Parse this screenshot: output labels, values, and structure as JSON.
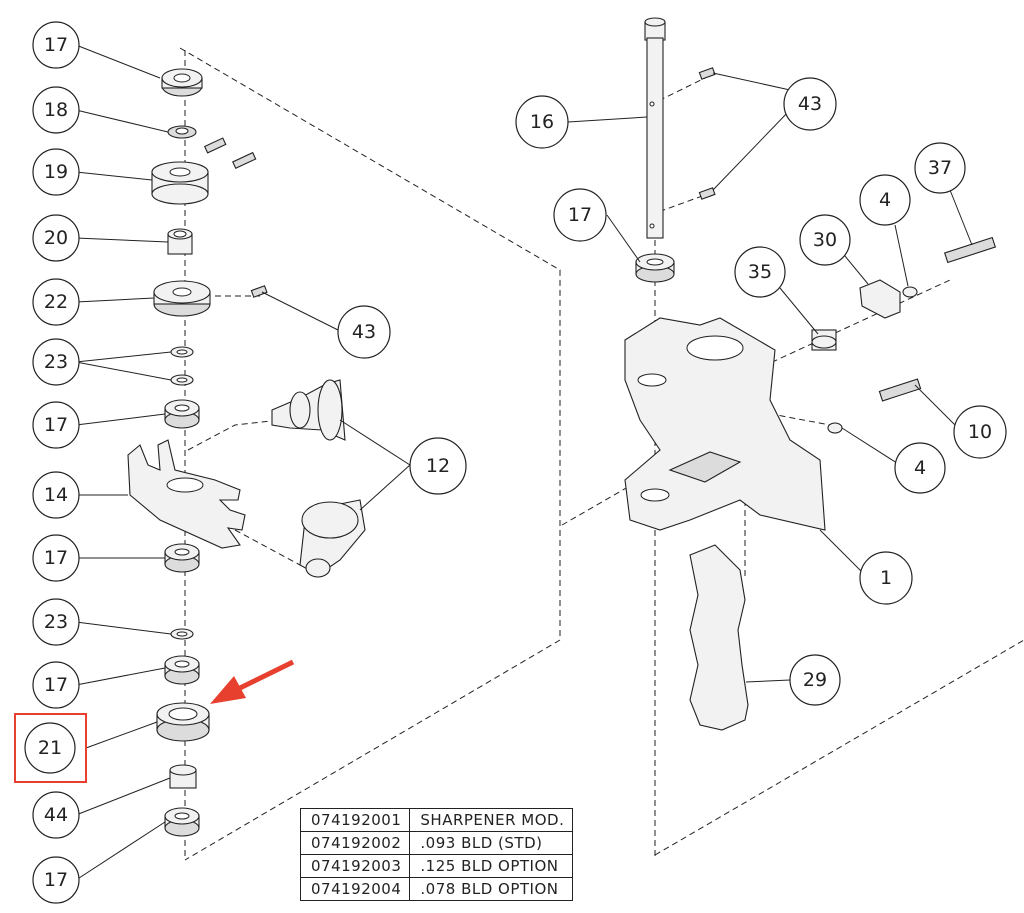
{
  "callouts": {
    "c17a": "17",
    "c18": "18",
    "c19": "19",
    "c20": "20",
    "c22": "22",
    "c43a": "43",
    "c23a": "23",
    "c17b": "17",
    "c12": "12",
    "c14": "14",
    "c17c": "17",
    "c23b": "23",
    "c17d": "17",
    "c21": "21",
    "c44": "44",
    "c17e": "17",
    "c16": "16",
    "c43b": "43",
    "c17f": "17",
    "c37": "37",
    "c30": "30",
    "c4a": "4",
    "c35": "35",
    "c10": "10",
    "c4b": "4",
    "c1": "1",
    "c29": "29"
  },
  "table": {
    "rows": [
      {
        "part": "074192001",
        "desc": "SHARPENER MOD."
      },
      {
        "part": "074192002",
        "desc": ".093 BLD (STD)"
      },
      {
        "part": "074192003",
        "desc": ".125 BLD OPTION"
      },
      {
        "part": "074192004",
        "desc": ".078 BLD OPTION"
      }
    ]
  },
  "colors": {
    "annotation": "#e8402f",
    "line": "#222222"
  },
  "icons": {
    "pointer": "red-arrow-icon"
  }
}
